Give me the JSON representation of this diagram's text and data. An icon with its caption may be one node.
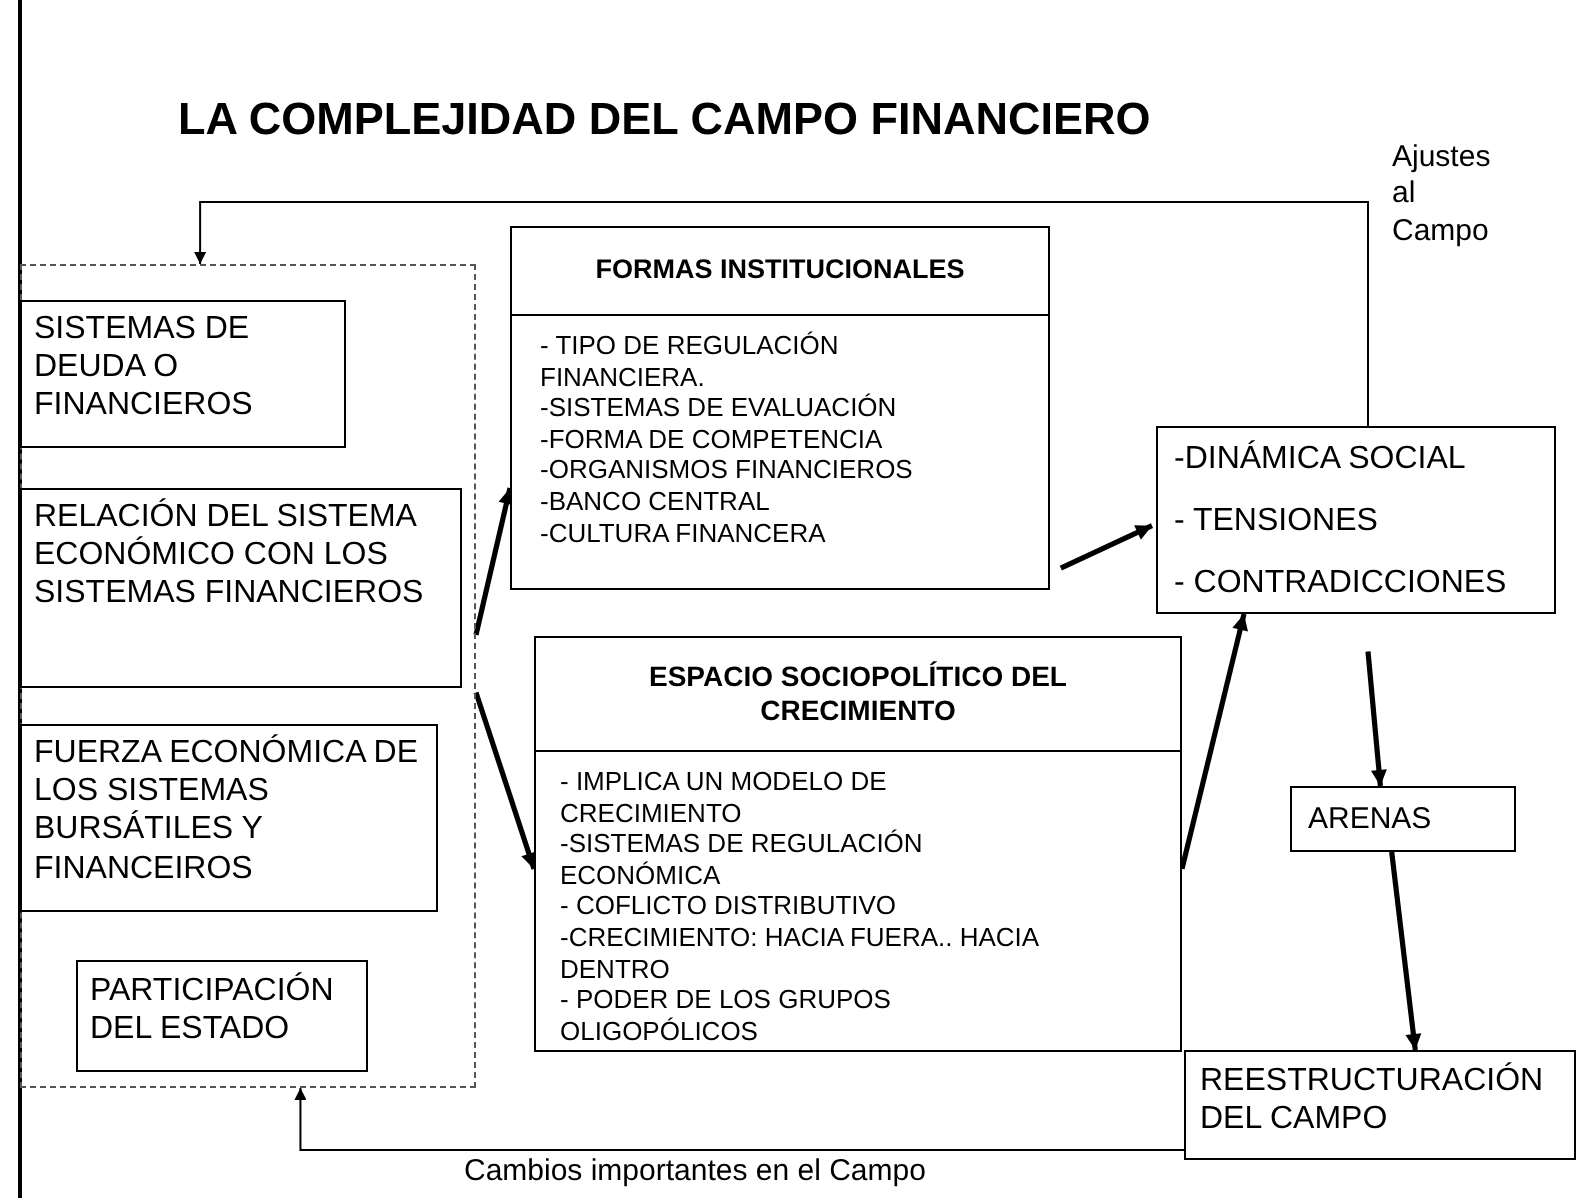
{
  "diagram": {
    "title": "LA COMPLEJIDAD DEL CAMPO FINANCIERO",
    "nodes": [
      {
        "text": [],
        "shape": "box"
      },
      {
        "text": [
          "SISTEMAS DE DEUDA O FINANCIEROS"
        ],
        "in": 0
      },
      {
        "text": [
          "RELACIÓN DEL SISTEMA ECONÓMICO CON LOS SISTEMAS FINANCIEROS"
        ],
        "in": 0
      },
      {
        "text": [
          "FUERZA ECONÓMICA DE LOS SISTEMAS BURSÁTILES Y FINANCEIROS"
        ],
        "in": 0
      },
      {
        "text": [
          "PARTICIPACIÓN DEL ESTADO"
        ],
        "in": 0
      },
      {
        "text": [
          "FORMAS INSTITUCIONALES",
          "- TIPO DE REGULACIÓN FINANCIERA.",
          "-SISTEMAS DE EVALUACIÓN",
          "-FORMA DE COMPETENCIA",
          "-ORGANISMOS FINANCIEROS",
          "-BANCO CENTRAL",
          "-CULTURA FINANCERA"
        ]
      },
      {
        "text": [
          "ESPACIO SOCIOPOLÍTICO DEL CRECIMIENTO",
          "- IMPLICA UN MODELO DE CRECIMIENTO",
          "-SISTEMAS DE REGULACIÓN ECONÓMICA",
          "- COFLICTO DISTRIBUTIVO",
          "-CRECIMIENTO: HACIA FUERA.. HACIA DENTRO",
          "- PODER DE LOS GRUPOS OLIGOPÓLICOS"
        ]
      },
      {
        "text": [
          "-DINÁMICA SOCIAL",
          "- TENSIONES",
          "- CONTRADICCIONES"
        ]
      },
      {
        "text": [
          "ARENAS"
        ]
      },
      {
        "text": [
          "REESTRUCTURACIÓN DEL CAMPO"
        ]
      }
    ],
    "edges": [
      {
        "from": 0,
        "to": 5,
        "arrow": "to"
      },
      {
        "from": 0,
        "to": 6,
        "arrow": "to"
      },
      {
        "from": 5,
        "to": 7,
        "arrow": "to"
      },
      {
        "from": 6,
        "to": 7,
        "arrow": "to"
      },
      {
        "from": 7,
        "to": 8,
        "arrow": "to"
      },
      {
        "from": 8,
        "to": 9,
        "arrow": "to"
      },
      {
        "from": 7,
        "to": 0,
        "arrow": "to",
        "label": "Ajustes al Campo"
      },
      {
        "from": 9,
        "to": 0,
        "arrow": "to",
        "label": "Cambios importantes en el Campo"
      }
    ]
  }
}
